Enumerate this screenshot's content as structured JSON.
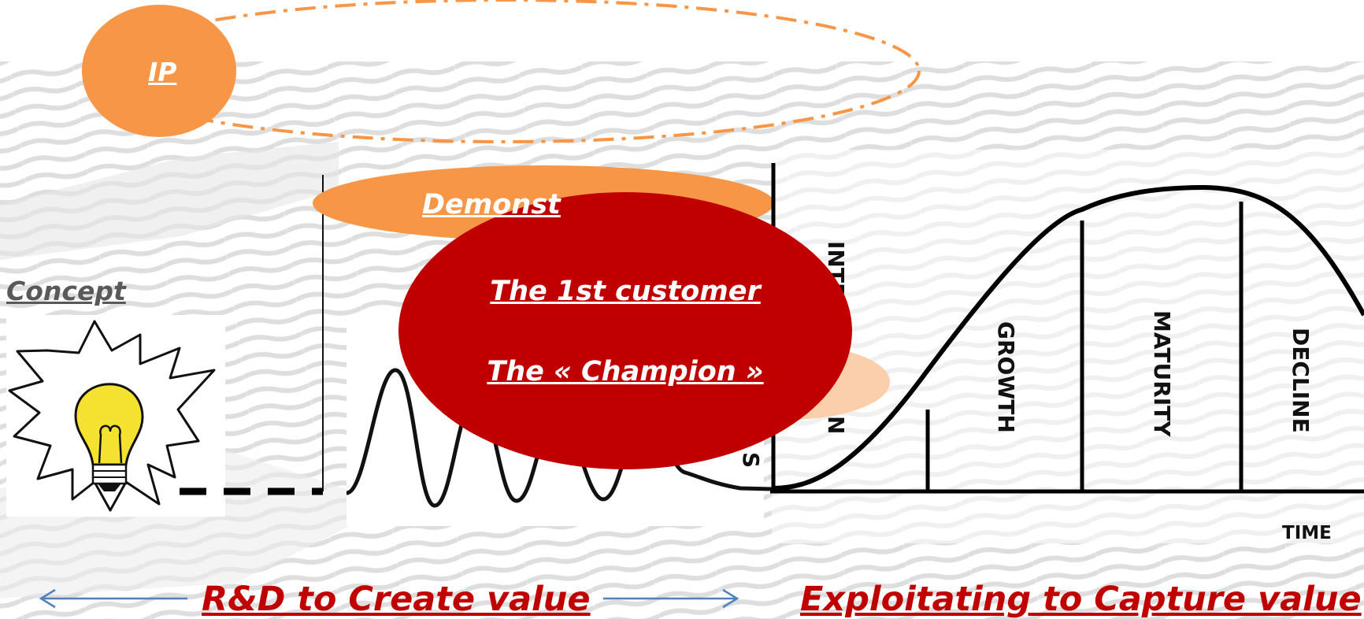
{
  "labels": {
    "concept": "Concept",
    "ip": "IP",
    "demonstration_partial": "Demonst",
    "first_customer": "The 1st customer",
    "champion": "The « Champion »",
    "rd": "R&D to Create value",
    "exploiting": "Exploitating to Capture value"
  },
  "lifecycle": {
    "stages": [
      "INTRODUCTION",
      "GROWTH",
      "MATURITY",
      "DECLINE"
    ],
    "visible_stage_fragments": {
      "introduction": "INTRODU",
      "introduction_tail": "N",
      "truncated": "S"
    },
    "axis_label": "TIME"
  },
  "colors": {
    "orange": "#f79646",
    "red": "#c00000",
    "arrow_blue": "#4f81bd",
    "dark_text": "#595959",
    "line": "#000000"
  },
  "icons": [
    "lightbulb-icon",
    "left-arrow-icon",
    "right-arrow-icon"
  ]
}
